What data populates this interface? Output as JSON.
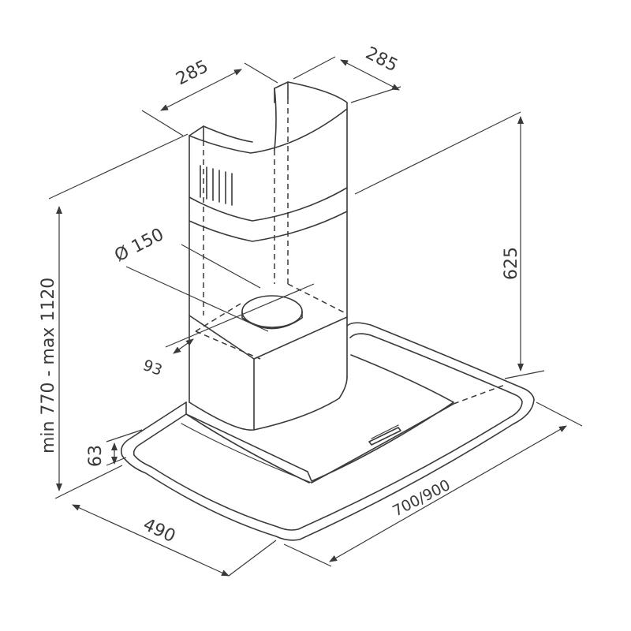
{
  "dimensions": {
    "chimney_width": "285",
    "chimney_depth": "285",
    "duct_diameter": "Ø 150",
    "duct_offset": "93",
    "chimney_height": "625",
    "total_height": "min 770 - max 1120",
    "canopy_thickness": "63",
    "hood_depth": "490",
    "hood_width": "700/900"
  },
  "colors": {
    "stroke": "#3a3a3a",
    "background": "#ffffff"
  }
}
